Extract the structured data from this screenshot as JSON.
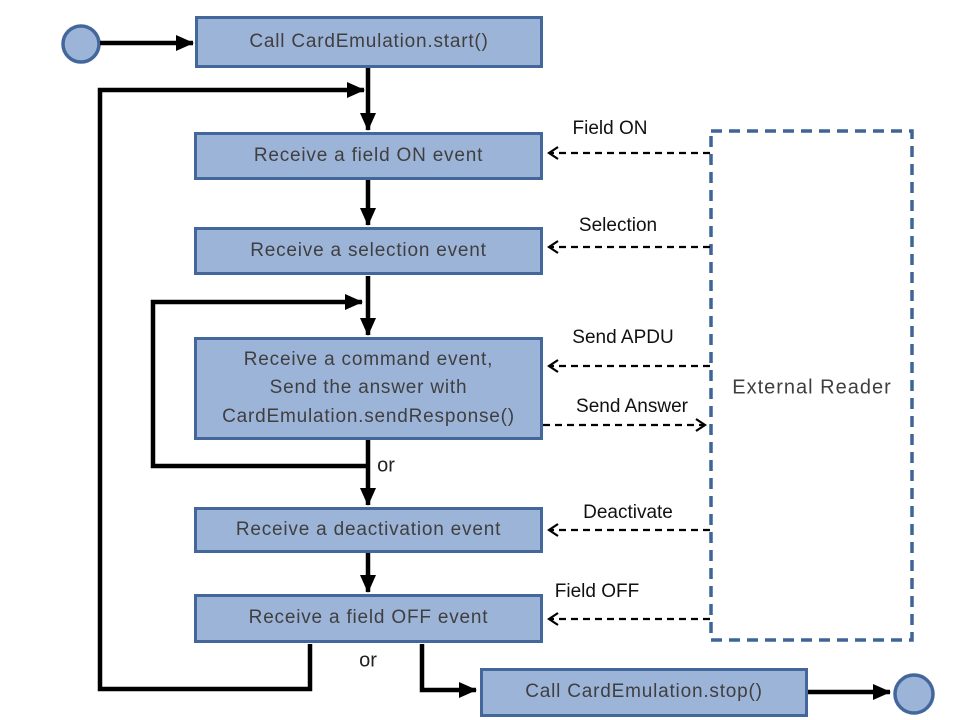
{
  "diagram_type": "flowchart",
  "colors": {
    "node_fill": "#9db4d9",
    "node_border": "#44679b",
    "reader_border": "#3f6497",
    "line": "#000000",
    "node_text": "#3f3f3f",
    "label_text": "#111111"
  },
  "nodes": {
    "call_start": {
      "label": "Call CardEmulation.start()"
    },
    "field_on": {
      "label": "Receive a field ON event"
    },
    "selection": {
      "label": "Receive a selection event"
    },
    "command": {
      "line1": "Receive a command event,",
      "line2": "Send the answer with",
      "line3": "CardEmulation.sendResponse()"
    },
    "deactivation": {
      "label": "Receive a deactivation event"
    },
    "field_off": {
      "label": "Receive a field OFF event"
    },
    "call_stop": {
      "label": "Call CardEmulation.stop()"
    }
  },
  "external_reader": {
    "label": "External Reader"
  },
  "connector_labels": {
    "field_on": "Field ON",
    "selection": "Selection",
    "send_apdu": "Send APDU",
    "send_answer": "Send Answer",
    "deactivate": "Deactivate",
    "field_off": "Field OFF"
  },
  "branch_labels": {
    "command_or": "or",
    "field_off_or": "or"
  }
}
